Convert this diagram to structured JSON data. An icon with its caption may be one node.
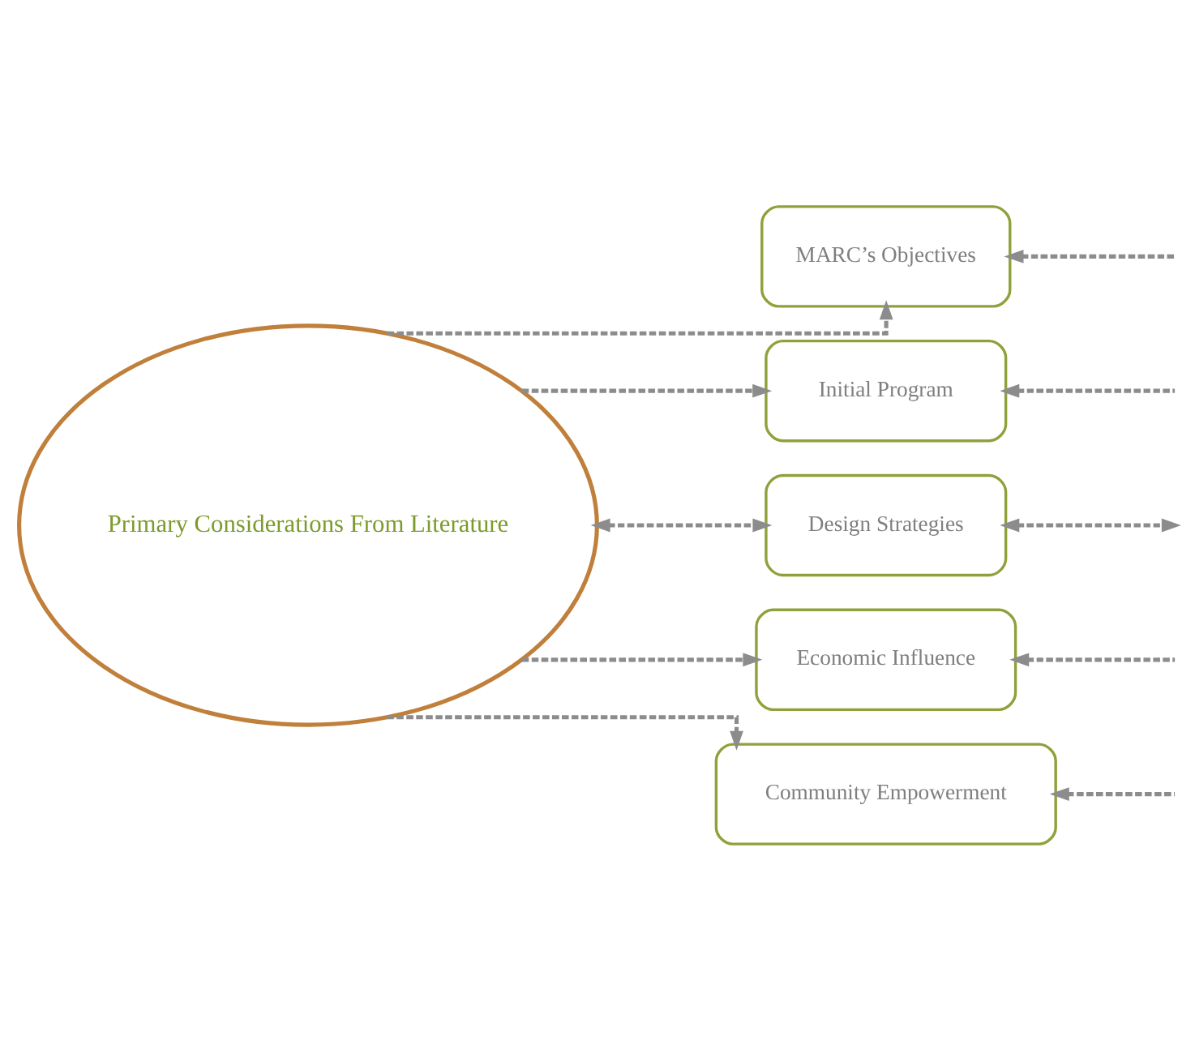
{
  "diagram": {
    "nodes": [
      {
        "text": [
          "Primary Considerations From Literature"
        ]
      },
      {
        "text": [
          "MARC’s Objectives"
        ]
      },
      {
        "text": [
          "Initial Program"
        ]
      },
      {
        "text": [
          "Design Strategies"
        ]
      },
      {
        "text": [
          "Economic Influence"
        ]
      },
      {
        "text": [
          "Community Empowerment"
        ]
      }
    ],
    "edges": [
      {
        "from": 0,
        "to": 1,
        "arrow": "to",
        "style": "dashed"
      },
      {
        "from": 0,
        "to": 2,
        "arrow": "to",
        "style": "dashed"
      },
      {
        "from": 0,
        "to": 3,
        "arrow": "both",
        "style": "dashed"
      },
      {
        "from": 0,
        "to": 4,
        "arrow": "to",
        "style": "dashed"
      },
      {
        "from": 0,
        "to": 5,
        "arrow": "to",
        "style": "dashed"
      },
      {
        "from": null,
        "to": 1,
        "arrow": "to",
        "style": "dashed"
      },
      {
        "from": null,
        "to": 2,
        "arrow": "to",
        "style": "dashed"
      },
      {
        "from": null,
        "to": 3,
        "arrow": "both",
        "style": "dashed"
      },
      {
        "from": null,
        "to": 4,
        "arrow": "to",
        "style": "dashed"
      },
      {
        "from": null,
        "to": 5,
        "arrow": "to",
        "style": "dashed"
      }
    ]
  }
}
